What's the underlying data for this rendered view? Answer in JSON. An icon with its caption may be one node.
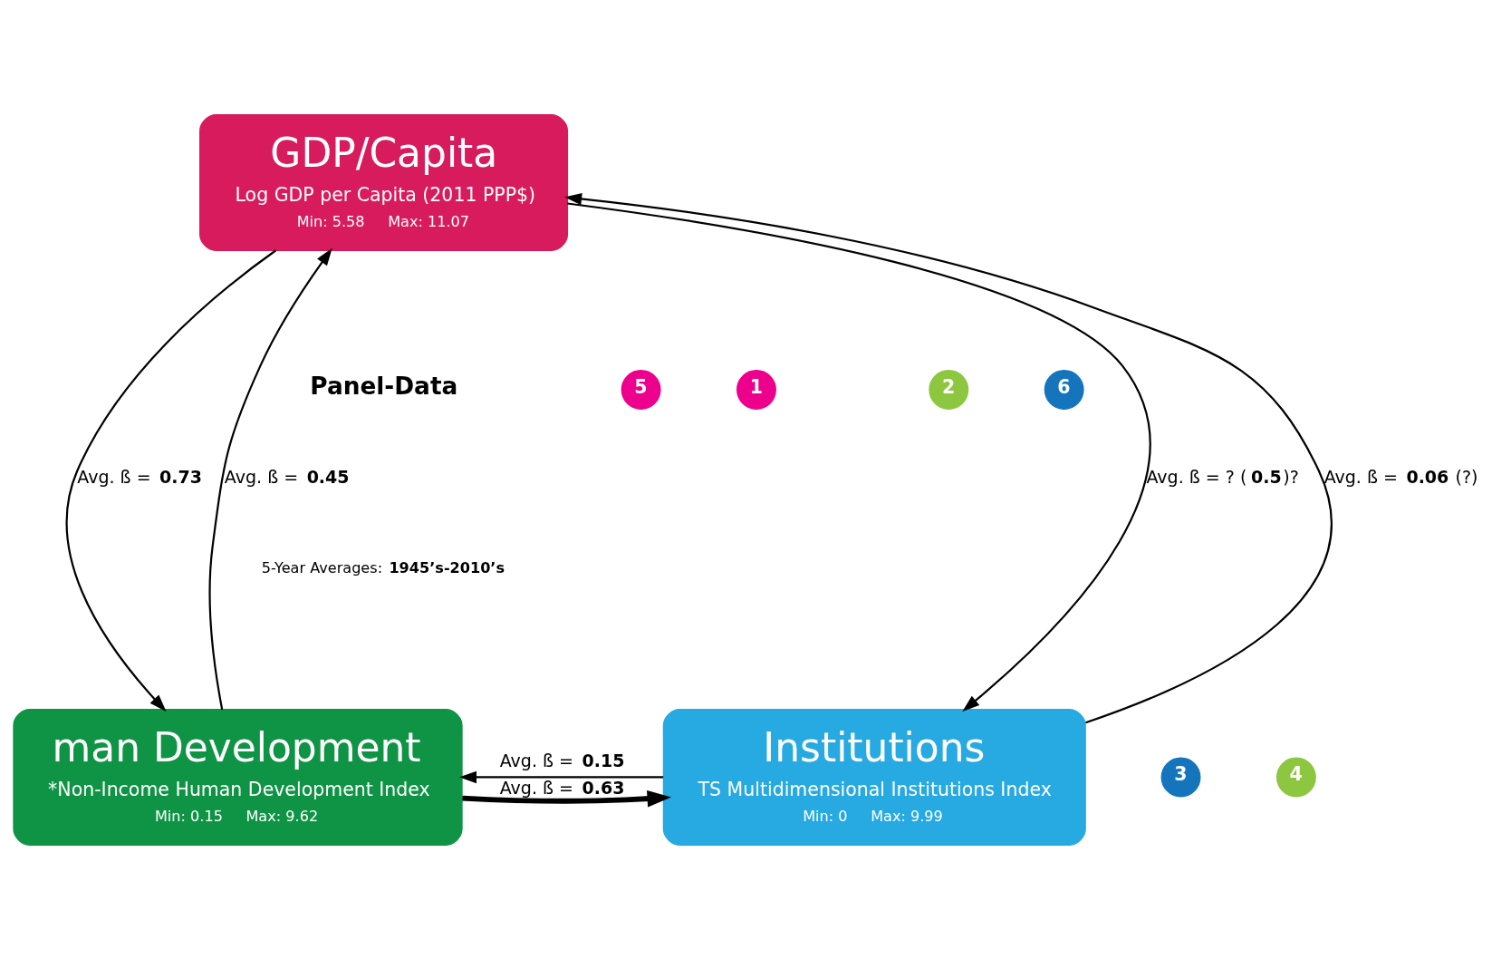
{
  "diagram": {
    "nodes": [
      {
        "text": [
          "GDP/Capita",
          "Log GDP per Capita (2011 PPP$)",
          "Min: 5.58     Max: 11.07"
        ]
      },
      {
        "text": [
          "man Development",
          "*Non-Income Human Development Index",
          "Min: 0.15     Max: 9.62"
        ]
      },
      {
        "text": [
          "Institutions",
          "TS Multidimensional Institutions Index",
          "Min: 0     Max: 9.99"
        ]
      },
      {
        "text": [
          "1"
        ]
      },
      {
        "text": [
          "2"
        ]
      },
      {
        "text": [
          "3"
        ]
      },
      {
        "text": [
          "4"
        ]
      },
      {
        "text": [
          "5"
        ]
      },
      {
        "text": [
          "6"
        ]
      }
    ],
    "edges": [
      {
        "from": 1,
        "to": 0,
        "arrow": "to",
        "label": "Avg. ß = **0.45**"
      },
      {
        "from": 0,
        "to": 1,
        "arrow": "to",
        "label": "Avg. ß = **0.73**"
      },
      {
        "from": 2,
        "to": 1,
        "arrow": "to",
        "label": "Avg. ß = **0.15**"
      },
      {
        "from": 1,
        "to": 2,
        "arrow": "to",
        "label": "Avg. ß = **0.63**",
        "style": "thick"
      },
      {
        "from": 0,
        "to": 2,
        "arrow": "to",
        "label": "Avg. ß = ? (**0.5**)?"
      },
      {
        "from": 2,
        "to": 0,
        "arrow": "to",
        "label": "Avg. ß = **0.06** (?)"
      }
    ],
    "labels": [
      "Panel-Data",
      "5-Year Averages: **1945’s-2010’s**"
    ]
  }
}
